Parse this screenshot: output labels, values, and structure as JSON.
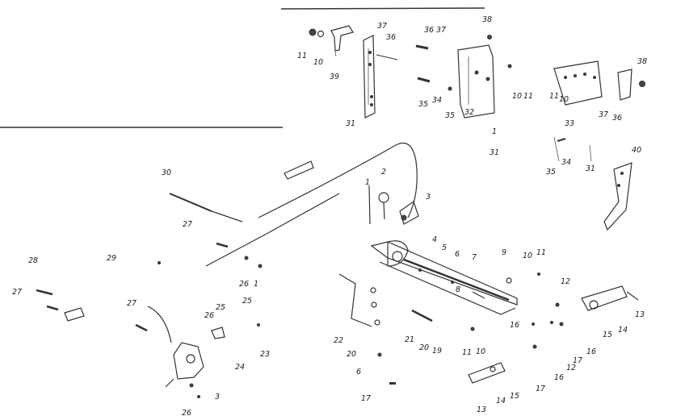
{
  "labels": [
    "11",
    "10",
    "39",
    "37",
    "36",
    "36",
    "37",
    "38",
    "31",
    "35",
    "34",
    "35",
    "32",
    "10",
    "11",
    "1",
    "31",
    "38",
    "11",
    "10",
    "37",
    "36",
    "33",
    "35",
    "34",
    "31",
    "40",
    "30",
    "2",
    "1",
    "3",
    "27",
    "4",
    "5",
    "6",
    "7",
    "9",
    "10",
    "11",
    "28",
    "29",
    "26",
    "1",
    "12",
    "8",
    "27",
    "27",
    "26",
    "25",
    "25",
    "13",
    "15",
    "14",
    "16",
    "22",
    "21",
    "20",
    "19",
    "11",
    "10",
    "16",
    "20",
    "23",
    "24",
    "6",
    "12",
    "17",
    "16",
    "17",
    "26",
    "3",
    "17",
    "13",
    "14",
    "15"
  ]
}
